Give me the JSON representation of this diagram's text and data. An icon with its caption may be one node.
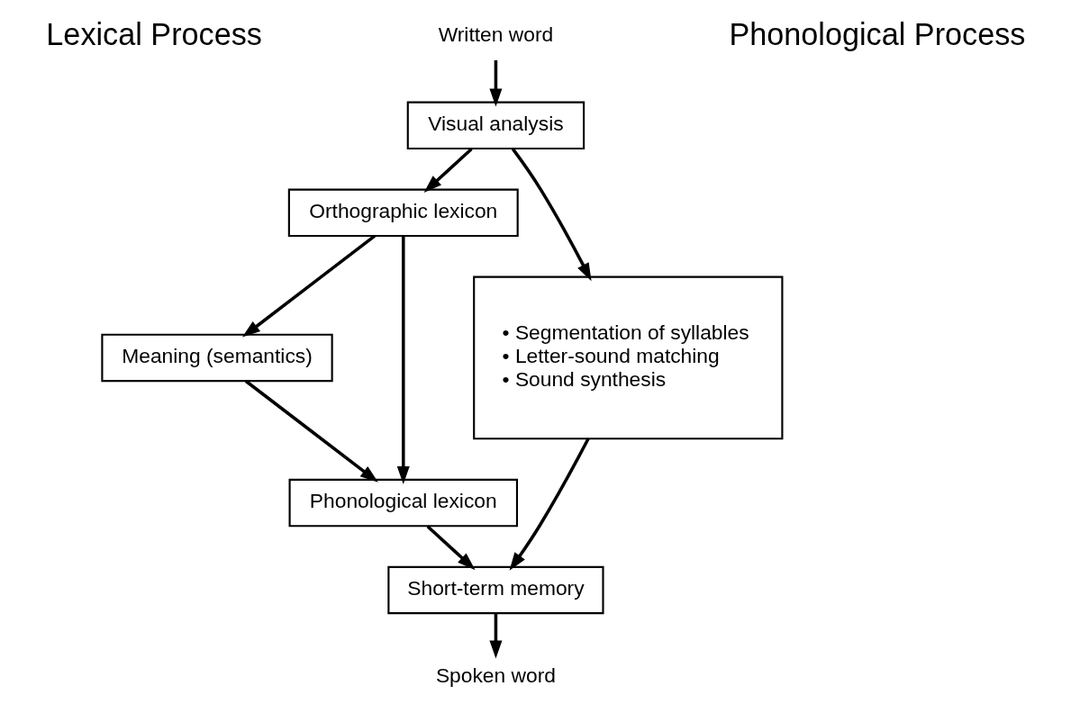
{
  "diagram": {
    "nodes": [
      {
        "text": [
          "Written word"
        ]
      },
      {
        "text": [
          "Visual analysis"
        ]
      },
      {
        "text": [
          "Orthographic lexicon"
        ]
      },
      {
        "text": [
          "Meaning (semantics)"
        ]
      },
      {
        "text": [
          "Phonological lexicon"
        ]
      },
      {
        "text": [
          "Short-term memory"
        ]
      },
      {
        "text": [
          "Spoken word"
        ]
      },
      {
        "text": [
          "• Segmentation of syllables",
          "• Letter-sound matching",
          "• Sound synthesis"
        ]
      }
    ],
    "edges": [
      {
        "from": 0,
        "to": 1,
        "arrow": "to"
      },
      {
        "from": 1,
        "to": 2,
        "arrow": "to"
      },
      {
        "from": 1,
        "to": 7,
        "arrow": "to"
      },
      {
        "from": 2,
        "to": 3,
        "arrow": "to"
      },
      {
        "from": 2,
        "to": 4,
        "arrow": "to"
      },
      {
        "from": 3,
        "to": 4,
        "arrow": "to"
      },
      {
        "from": 4,
        "to": 5,
        "arrow": "to"
      },
      {
        "from": 7,
        "to": 5,
        "arrow": "to"
      },
      {
        "from": 5,
        "to": 6,
        "arrow": "to"
      }
    ],
    "labels": [
      "Lexical Process",
      "Phonological Process"
    ]
  }
}
